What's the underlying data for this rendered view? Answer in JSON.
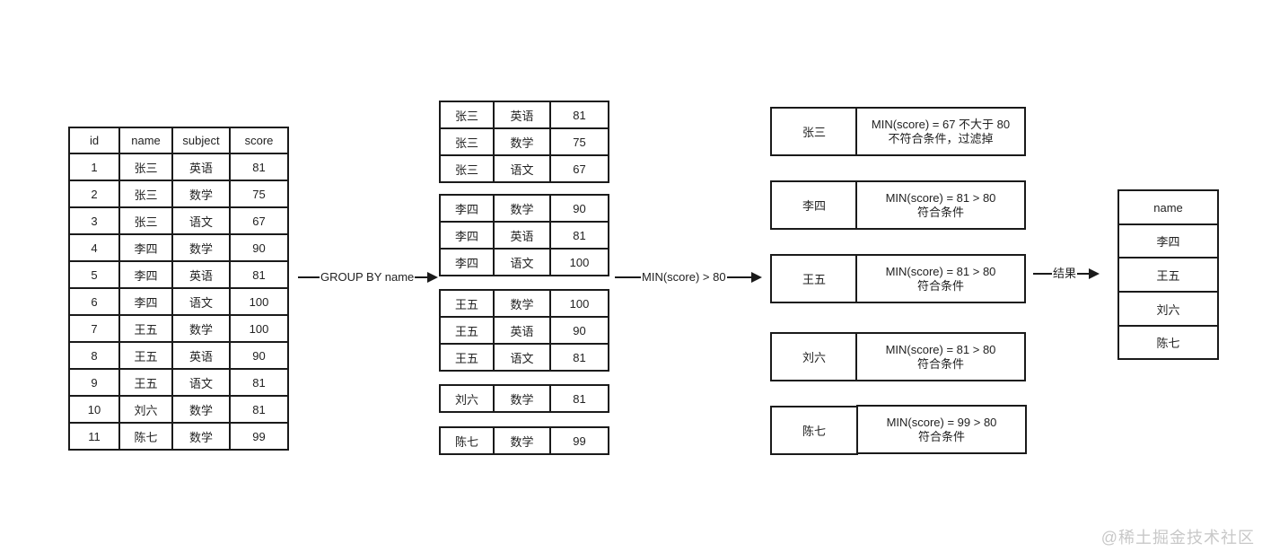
{
  "source_table": {
    "headers": [
      "id",
      "name",
      "subject",
      "score"
    ],
    "rows": [
      [
        "1",
        "张三",
        "英语",
        "81"
      ],
      [
        "2",
        "张三",
        "数学",
        "75"
      ],
      [
        "3",
        "张三",
        "语文",
        "67"
      ],
      [
        "4",
        "李四",
        "数学",
        "90"
      ],
      [
        "5",
        "李四",
        "英语",
        "81"
      ],
      [
        "6",
        "李四",
        "语文",
        "100"
      ],
      [
        "7",
        "王五",
        "数学",
        "100"
      ],
      [
        "8",
        "王五",
        "英语",
        "90"
      ],
      [
        "9",
        "王五",
        "语文",
        "81"
      ],
      [
        "10",
        "刘六",
        "数学",
        "81"
      ],
      [
        "11",
        "陈七",
        "数学",
        "99"
      ]
    ]
  },
  "arrows": {
    "group_by": "GROUP BY name",
    "having": "MIN(score) > 80",
    "result": "结果"
  },
  "groups": [
    [
      [
        "张三",
        "英语",
        "81"
      ],
      [
        "张三",
        "数学",
        "75"
      ],
      [
        "张三",
        "语文",
        "67"
      ]
    ],
    [
      [
        "李四",
        "数学",
        "90"
      ],
      [
        "李四",
        "英语",
        "81"
      ],
      [
        "李四",
        "语文",
        "100"
      ]
    ],
    [
      [
        "王五",
        "数学",
        "100"
      ],
      [
        "王五",
        "英语",
        "90"
      ],
      [
        "王五",
        "语文",
        "81"
      ]
    ],
    [
      [
        "刘六",
        "数学",
        "81"
      ]
    ],
    [
      [
        "陈七",
        "数学",
        "99"
      ]
    ]
  ],
  "evaluations": [
    {
      "name": "张三",
      "line1": "MIN(score) = 67 不大于 80",
      "line2": "不符合条件，过滤掉"
    },
    {
      "name": "李四",
      "line1": "MIN(score) = 81 > 80",
      "line2": "符合条件"
    },
    {
      "name": "王五",
      "line1": "MIN(score) = 81 > 80",
      "line2": "符合条件"
    },
    {
      "name": "刘六",
      "line1": "MIN(score) = 81 > 80",
      "line2": "符合条件"
    },
    {
      "name": "陈七",
      "line1": "MIN(score) = 99 > 80",
      "line2": "符合条件"
    }
  ],
  "result_table": {
    "header": "name",
    "rows": [
      "李四",
      "王五",
      "刘六",
      "陈七"
    ]
  },
  "watermark": "@稀土掘金技术社区"
}
